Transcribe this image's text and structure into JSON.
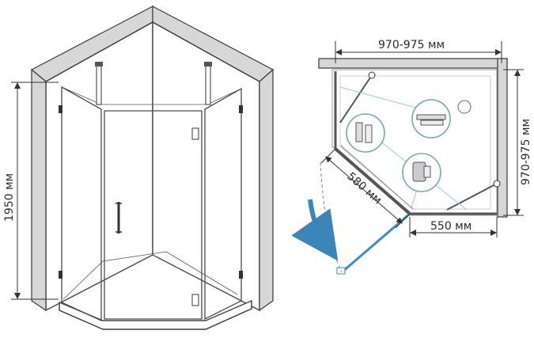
{
  "labels": {
    "height": "1950 мм",
    "width_top": "970-975 мм",
    "depth_right": "970-975 мм",
    "door_panel": "580 мм",
    "side_panel": "550 мм"
  },
  "colors": {
    "wall_gray": "#d7d7d7",
    "lines": "#3a3a3a",
    "door_blue": "#3b8fc0",
    "arrow_blue": "#3a86b8",
    "callout_outline": "#6fa9bf"
  },
  "icons": [
    "door-swing-arrow-icon",
    "hinge-detail-icon",
    "profile-detail-icon",
    "clamp-detail-icon",
    "drain-icon"
  ]
}
